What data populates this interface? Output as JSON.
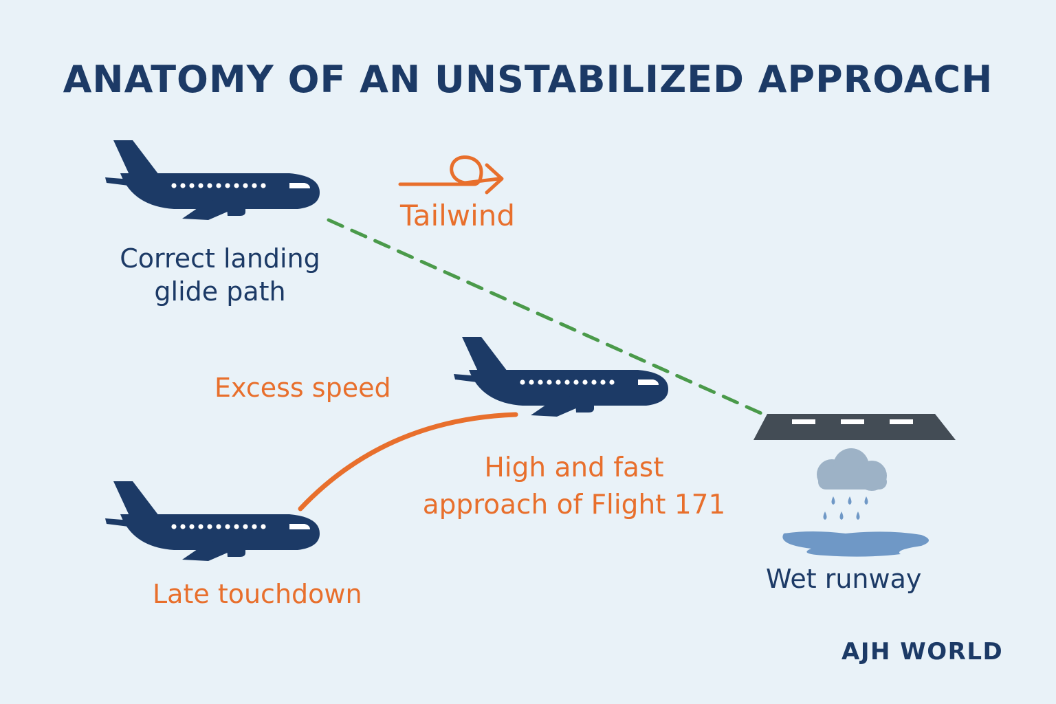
{
  "title": "ANATOMY OF AN UNSTABILIZED APPROACH",
  "labels": {
    "correct_path_line1": "Correct landing",
    "correct_path_line2": "glide path",
    "tailwind": "Tailwind",
    "excess_speed": "Excess speed",
    "high_fast_line1": "High and fast",
    "high_fast_line2": "approach of Flight 171",
    "late_touchdown": "Late touchdown",
    "wet_runway": "Wet runway"
  },
  "brand": "AJH WORLD",
  "colors": {
    "background": "#e9f2f8",
    "navy": "#1c3a66",
    "orange": "#e86f2c",
    "green": "#4a9a4a",
    "runway": "#434c55",
    "cloud": "#9db2c6",
    "water": "#6f98c6"
  },
  "icons": [
    "airplane-icon",
    "tailwind-arrow-icon",
    "runway-icon",
    "rain-cloud-icon",
    "puddle-icon"
  ]
}
